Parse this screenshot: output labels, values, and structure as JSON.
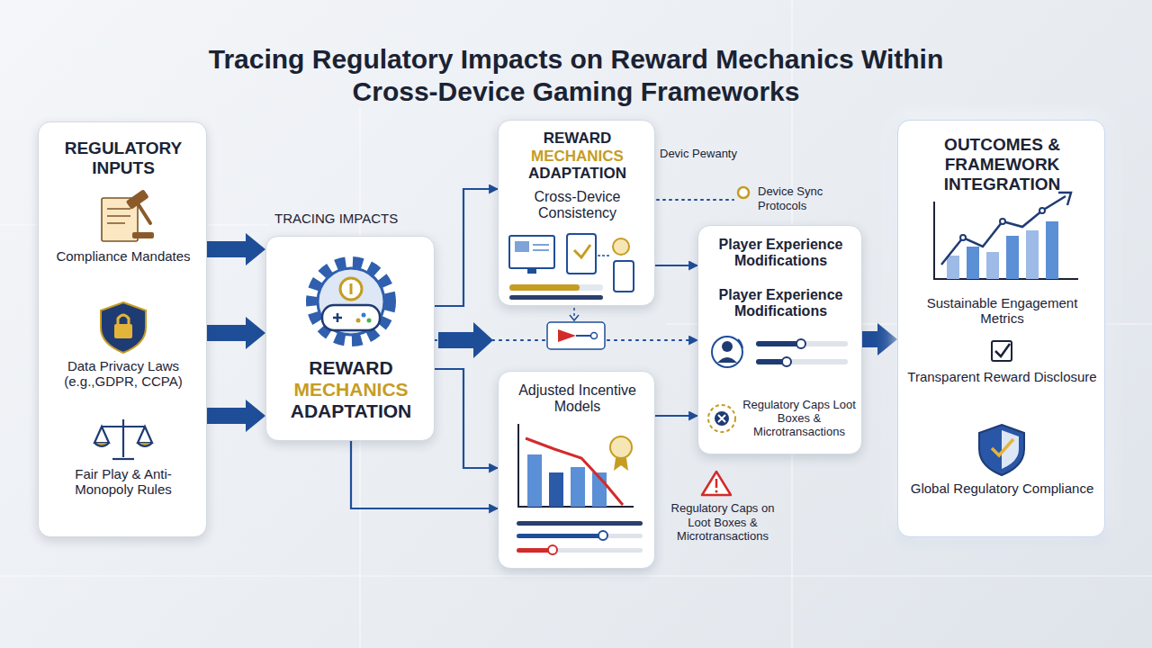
{
  "diagram": {
    "title": "Tracing Regulatory Impacts on Reward Mechanics Within Cross-Device Gaming Frameworks",
    "nodes": [
      {
        "text": [
          "REGULATORY INPUTS",
          "Compliance Mandates",
          "Data Privacy Laws (e.g.,GDPR, CCPA)",
          "Fair Play & Anti-Monopoly Rules"
        ]
      },
      {
        "text": [
          "REWARD MECHANICS ADAPTATION"
        ]
      },
      {
        "text": [
          "REWARD MECHANICS ADAPTATION",
          "Cross-Device Consistency"
        ]
      },
      {
        "text": [
          "Adjusted Incentive Models"
        ]
      },
      {
        "text": [
          "Player Experience Modifications",
          "Player Experience Modifications",
          "Regulatory Caps Loot Boxes & Microtransactions"
        ]
      },
      {
        "text": [
          "OUTCOMES & FRAMEWORK INTEGRATION",
          "Sustainable Engagement Metrics",
          "Transparent Reward Disclosure",
          "Global Regulatory Compliance"
        ]
      }
    ],
    "edges": [
      {
        "from": 0,
        "to": 1,
        "arrow": "to"
      },
      {
        "from": 0,
        "to": 1,
        "arrow": "to"
      },
      {
        "from": 0,
        "to": 1,
        "arrow": "to"
      },
      {
        "from": 1,
        "to": 2,
        "arrow": "to"
      },
      {
        "from": 1,
        "to": 3,
        "arrow": "to"
      },
      {
        "from": 1,
        "to": 3,
        "arrow": "to"
      },
      {
        "from": 1,
        "to": 4,
        "arrow": "to"
      },
      {
        "from": 2,
        "to": 4,
        "arrow": "to"
      },
      {
        "from": 3,
        "to": 4,
        "arrow": "to"
      },
      {
        "from": 4,
        "to": 5,
        "arrow": "to"
      }
    ],
    "labels": [
      "TRACING IMPACTS",
      "Devic Pewanty",
      "Device Sync Protocols",
      "Regulatory Caps on Loot Boxes & Microtransactions"
    ]
  }
}
